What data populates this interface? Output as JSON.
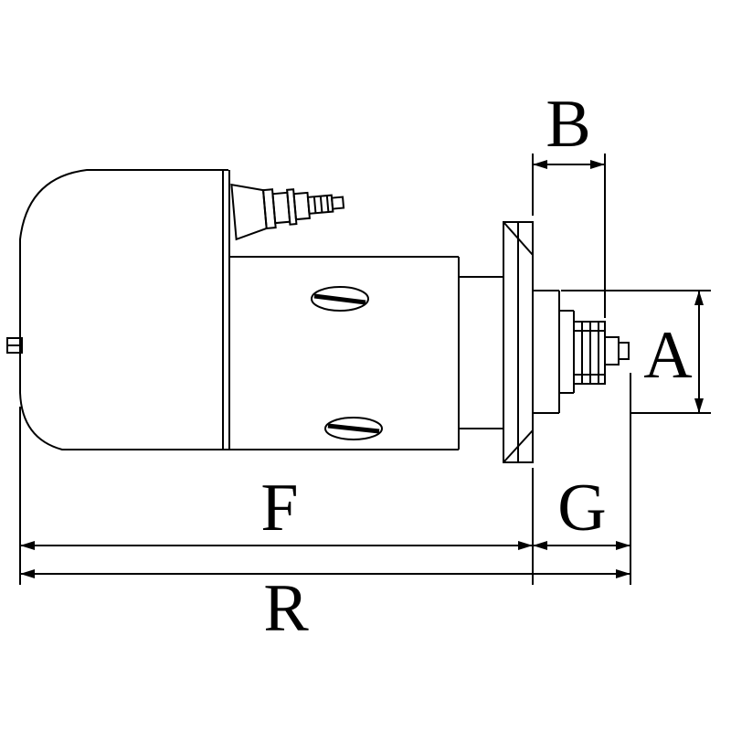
{
  "diagram": {
    "type": "technical-drawing",
    "subject": "starter-motor-side-view-with-dimensions",
    "labels": {
      "b": "B",
      "a": "A",
      "f": "F",
      "g": "G",
      "r": "R"
    },
    "colors": {
      "line": "#000000",
      "background": "#ffffff"
    }
  }
}
